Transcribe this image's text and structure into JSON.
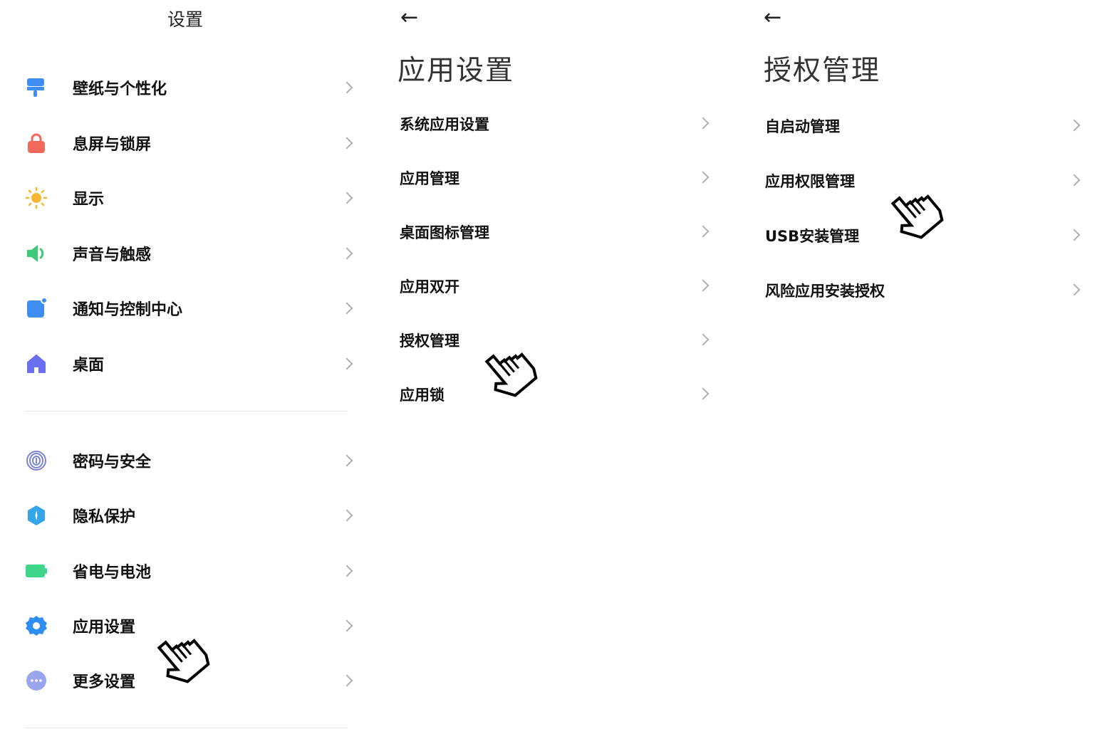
{
  "settings": {
    "title": "设置",
    "items_top": [
      {
        "label": "壁纸与个性化",
        "icon": "wallpaper-icon"
      },
      {
        "label": "息屏与锁屏",
        "icon": "lock-icon"
      },
      {
        "label": "显示",
        "icon": "sun-icon"
      },
      {
        "label": "声音与触感",
        "icon": "speaker-icon"
      },
      {
        "label": "通知与控制中心",
        "icon": "notification-icon"
      },
      {
        "label": "桌面",
        "icon": "home-icon"
      }
    ],
    "items_bottom": [
      {
        "label": "密码与安全",
        "icon": "fingerprint-icon"
      },
      {
        "label": "隐私保护",
        "icon": "privacy-shield-icon"
      },
      {
        "label": "省电与电池",
        "icon": "battery-icon"
      },
      {
        "label": "应用设置",
        "icon": "gear-icon"
      },
      {
        "label": "更多设置",
        "icon": "more-icon"
      }
    ]
  },
  "app_settings": {
    "back_icon": "back-arrow-icon",
    "title": "应用设置",
    "items": [
      {
        "label": "系统应用设置"
      },
      {
        "label": "应用管理"
      },
      {
        "label": "桌面图标管理"
      },
      {
        "label": "应用双开"
      },
      {
        "label": "授权管理"
      },
      {
        "label": "应用锁"
      }
    ]
  },
  "authorization": {
    "back_icon": "back-arrow-icon",
    "title": "授权管理",
    "items": [
      {
        "label": "自启动管理"
      },
      {
        "label": "应用权限管理"
      },
      {
        "label": "USB安装管理"
      },
      {
        "label": "风险应用安装授权"
      }
    ]
  },
  "colors": {
    "wallpaper": "#3d8ef0",
    "lock": "#f2685a",
    "sun": "#f7b731",
    "speaker": "#3ec97a",
    "notification": "#3d8ef0",
    "home": "#6a6ff0",
    "fingerprint": "#7b84d8",
    "privacy": "#34a6e8",
    "battery": "#3fd68c",
    "gear": "#2f8ff0",
    "more": "#9aa5ec",
    "chevron": "#b0b0b0"
  }
}
